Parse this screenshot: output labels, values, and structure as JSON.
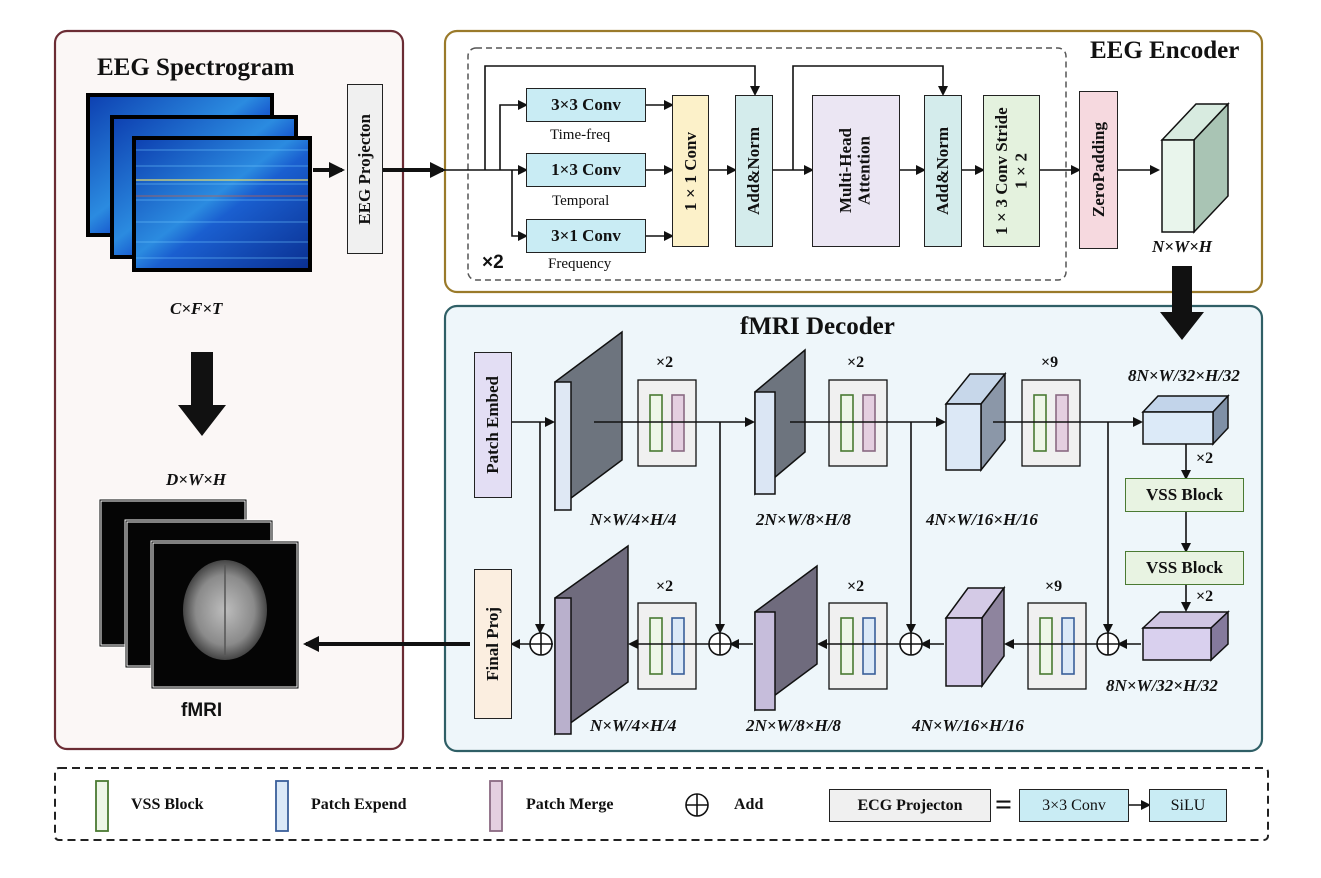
{
  "panels": {
    "left_title": "EEG Spectrogram",
    "encoder_title": "EEG Encoder",
    "decoder_title": "fMRI Decoder"
  },
  "labels": {
    "cft": "C×F×T",
    "dwh": "D×W×H",
    "fmri": "fMRI",
    "eeg_projection": "EEG Projecton",
    "repeat_x2": "×2",
    "conv33": "3×3 Conv",
    "conv13": "1×3 Conv",
    "conv31": "3×1 Conv",
    "timefreq": "Time-freq",
    "temporal": "Temporal",
    "frequency": "Frequency",
    "conv11": "1×1 Conv",
    "addnorm": "Add&Norm",
    "mha": "Multi-Head Attention",
    "conv13_stride": "1×3 Conv Stride 1×2",
    "zeropadding": "ZeroPadding",
    "nwh": "N×W×H",
    "patch_embed": "Patch Embed",
    "final_proj": "Final Proj",
    "vss_block": "VSS Block",
    "dim_top1": "N×W/4×H/4",
    "dim_top2": "2N×W/8×H/8",
    "dim_top3": "4N×W/16×H/16",
    "dim_top4": "8N×W/32×H/32",
    "dim_bot1": "N×W/4×H/4",
    "dim_bot2": "2N×W/8×H/8",
    "dim_bot3": "4N×W/16×H/16",
    "dim_bot4": "8N×W/32×H/32",
    "mult_enc1": "×2",
    "mult_enc2": "×2",
    "mult_enc3": "×9",
    "mult_dec1": "×2",
    "mult_dec2": "×2",
    "mult_dec3": "×9",
    "mult_vss_top": "×2",
    "mult_vss_bot": "×2"
  },
  "legend": {
    "vss": "VSS Block",
    "patch_expend": "Patch Expend",
    "patch_merge": "Patch Merge",
    "add": "Add",
    "ecg_projection": "ECG Projecton",
    "equals": "=",
    "conv33": "3×3 Conv",
    "silu": "SiLU"
  },
  "colors": {
    "left_panel_border": "#6b2c34",
    "encoder_border": "#9a7a2a",
    "decoder_border": "#2f5f66",
    "decoder_fill": "#eef6fa",
    "vss_green": "#4a7a32",
    "expand_blue": "#3a5f9a",
    "merge_purple": "#8a6a82",
    "conv_blue": "#c9ecf4",
    "conv11_yellow": "#fcf1c9",
    "addnorm_teal": "#d4ecec",
    "mha_lilac": "#ebe6f3",
    "stride_green": "#e4f2de",
    "zeropad_pink": "#f6d9df",
    "patch_embed_lilac": "#e3def4",
    "final_proj_peach": "#fbeee0"
  }
}
